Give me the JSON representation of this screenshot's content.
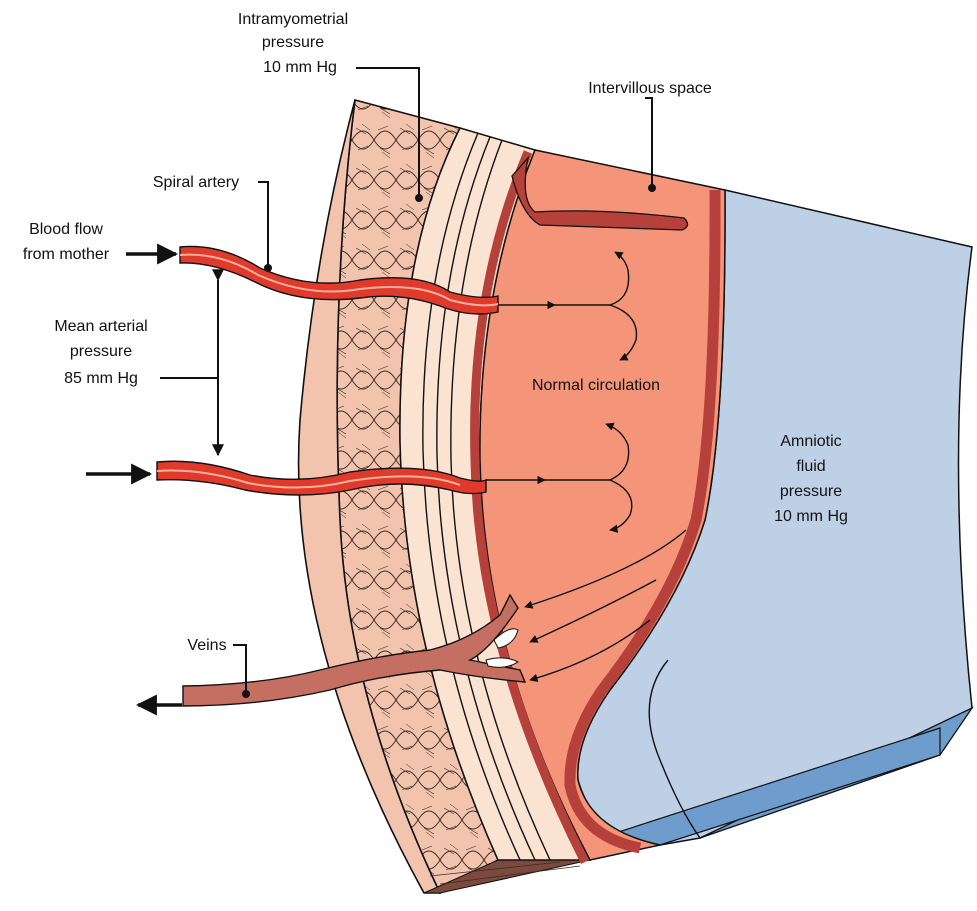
{
  "labels": {
    "intramyometrial_line1": "Intramyometrial",
    "intramyometrial_line2": "pressure",
    "intramyometrial_line3": "10 mm Hg",
    "intervillous": "Intervillous space",
    "spiral_artery": "Spiral artery",
    "blood_flow_line1": "Blood flow",
    "blood_flow_line2": "from mother",
    "mean_arterial_line1": "Mean arterial",
    "mean_arterial_line2": "pressure",
    "mean_arterial_line3": "85 mm Hg",
    "normal_circulation": "Normal circulation",
    "amniotic_line1": "Amniotic",
    "amniotic_line2": "fluid",
    "amniotic_line3": "pressure",
    "amniotic_line4": "10 mm Hg",
    "veins": "Veins"
  },
  "colors": {
    "myometrium": "#f2c4ae",
    "decidua": "#fbe3d2",
    "intervillous": "#f4957a",
    "villous_plate": "#b5413a",
    "artery": "#e03a2c",
    "vein": "#c56e62",
    "amniotic": "#bed0e6",
    "amniotic_side": "#6e9ccc"
  }
}
